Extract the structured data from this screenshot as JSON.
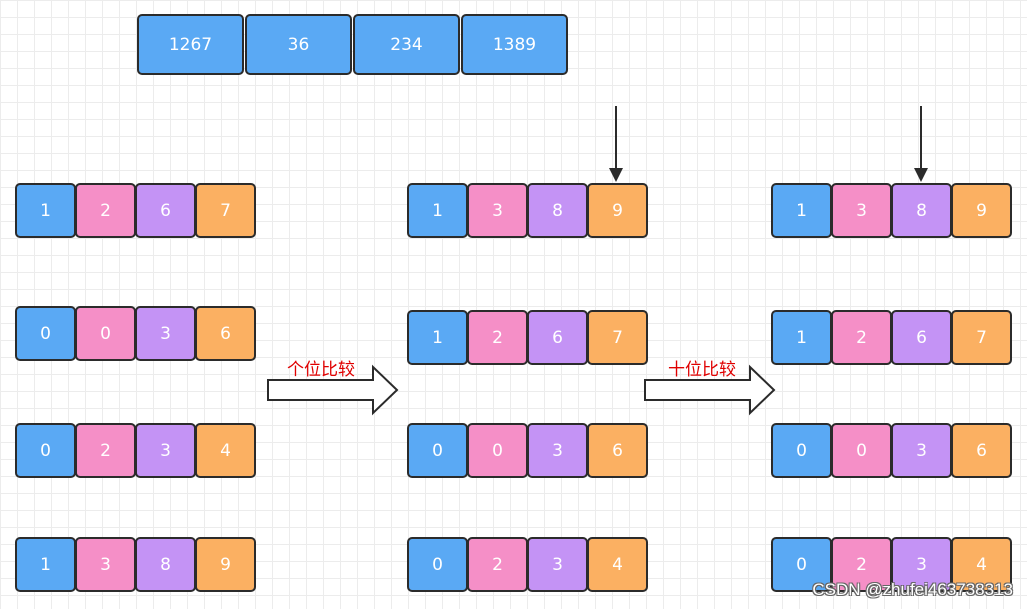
{
  "colors": {
    "blue": "#5aa9f4",
    "pink": "#f58fc7",
    "purple": "#c493f5",
    "orange": "#fbb062",
    "arrow_label": "#e00000"
  },
  "top_array": [
    "1267",
    "36",
    "234",
    "1389"
  ],
  "columns": [
    {
      "name": "padded",
      "rows": [
        [
          "1",
          "2",
          "6",
          "7"
        ],
        [
          "0",
          "0",
          "3",
          "6"
        ],
        [
          "0",
          "2",
          "3",
          "4"
        ],
        [
          "1",
          "3",
          "8",
          "9"
        ]
      ]
    },
    {
      "name": "after-ones",
      "rows": [
        [
          "1",
          "3",
          "8",
          "9"
        ],
        [
          "1",
          "2",
          "6",
          "7"
        ],
        [
          "0",
          "0",
          "3",
          "6"
        ],
        [
          "0",
          "2",
          "3",
          "4"
        ]
      ]
    },
    {
      "name": "after-tens",
      "rows": [
        [
          "1",
          "3",
          "8",
          "9"
        ],
        [
          "1",
          "2",
          "6",
          "7"
        ],
        [
          "0",
          "0",
          "3",
          "6"
        ],
        [
          "0",
          "2",
          "3",
          "4"
        ]
      ]
    }
  ],
  "arrows": {
    "step1_label": "个位比较",
    "step2_label": "十位比较"
  },
  "watermark": "CSDN @zhufei463738313"
}
